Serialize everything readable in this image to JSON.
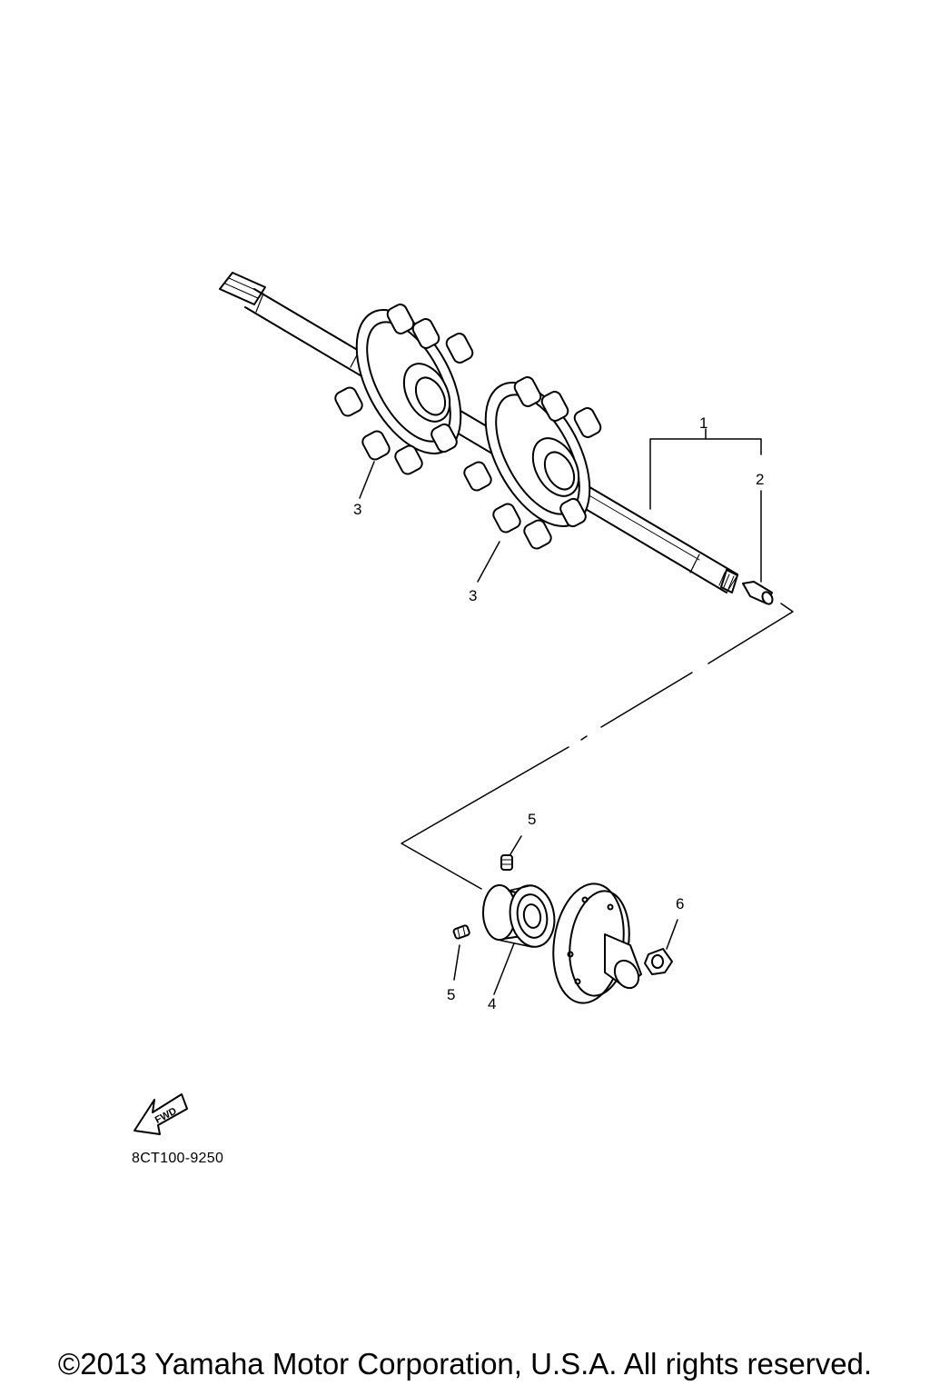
{
  "callouts": {
    "c1": "1",
    "c2": "2",
    "c3a": "3",
    "c3b": "3",
    "c4": "4",
    "c5a": "5",
    "c5b": "5",
    "c6": "6"
  },
  "fwd_arrow": {
    "label": "FWD",
    "icon": "fwd-arrow-icon"
  },
  "diagram_code": "8CT100-9250",
  "copyright": "©2013 Yamaha Motor Corporation, U.S.A. All rights reserved."
}
